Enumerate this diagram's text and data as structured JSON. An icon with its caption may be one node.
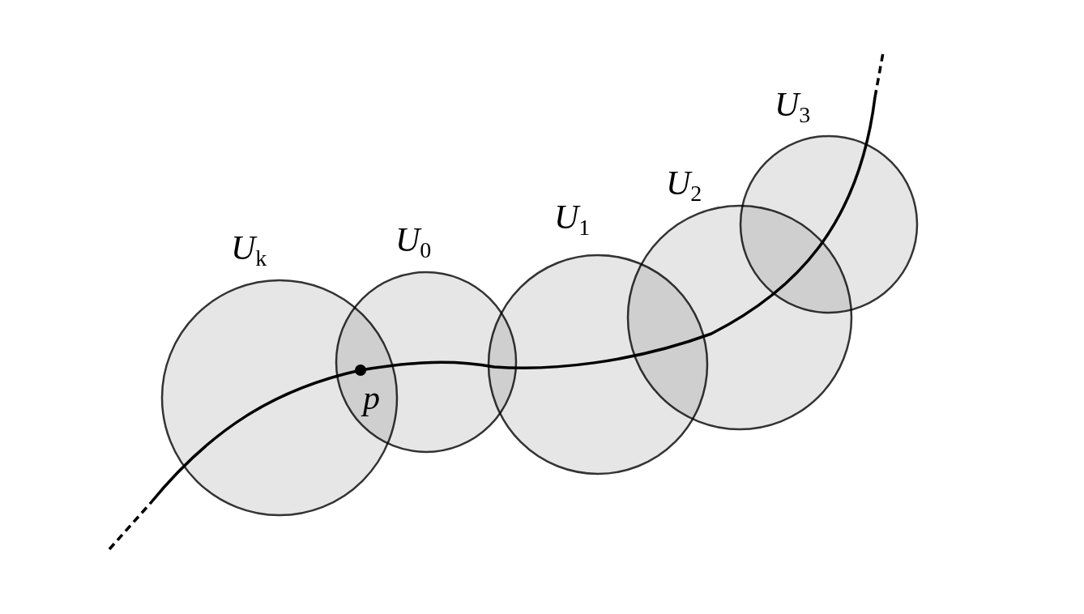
{
  "diagram": {
    "nodes": [
      {
        "text": [
          "*U*$_{k}$"
        ]
      },
      {
        "text": [
          "*U*$_{0}$"
        ]
      },
      {
        "text": [
          "*U*$_{1}$"
        ]
      },
      {
        "text": [
          "*U*$_{2}$"
        ]
      },
      {
        "text": [
          "*U*$_{3}$"
        ]
      }
    ],
    "labels": [
      "p"
    ]
  }
}
